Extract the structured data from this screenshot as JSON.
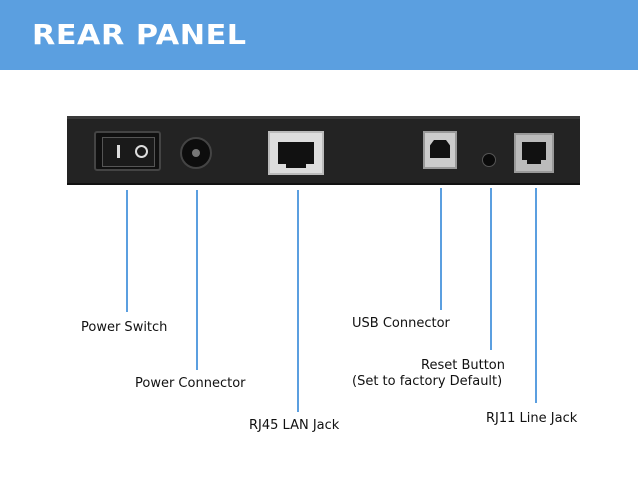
{
  "header": {
    "title": "REAR PANEL"
  },
  "labels": {
    "power_switch": "Power Switch",
    "power_connector": "Power Connector",
    "rj45": "RJ45 LAN Jack",
    "usb": "USB Connector",
    "reset_line1": "Reset Button",
    "reset_line2": "(Set to factory Default)",
    "rj11": "RJ11 Line Jack"
  },
  "colors": {
    "header_bg": "#5b9fe0",
    "leader_line": "#5b9fe0",
    "panel": "#232323"
  }
}
